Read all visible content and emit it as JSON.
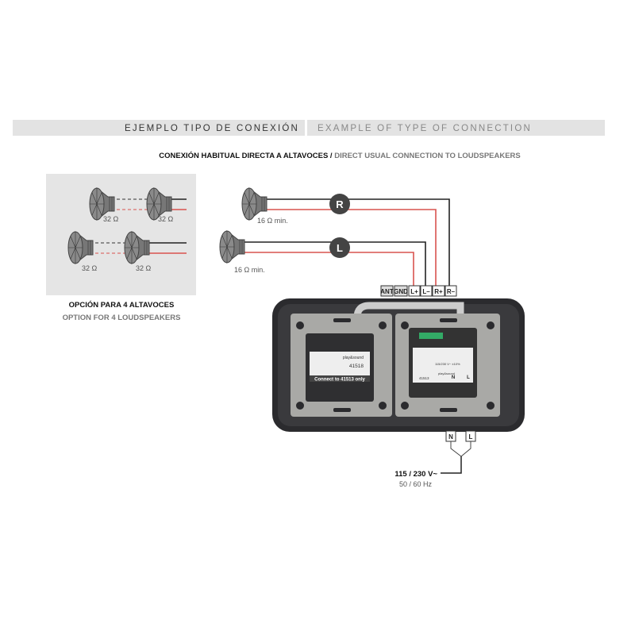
{
  "header": {
    "title_es": "EJEMPLO TIPO DE CONEXIÓN",
    "title_en": "EXAMPLE OF TYPE OF CONNECTION"
  },
  "subtitle": {
    "es": "CONEXIÓN HABITUAL DIRECTA A ALTAVOCES",
    "separator": " / ",
    "en": "DIRECT USUAL CONNECTION TO LOUDSPEAKERS"
  },
  "option_box": {
    "impedance": "32 Ω",
    "caption_es": "OPCIÓN PARA 4 ALTAVOCES",
    "caption_en": "OPTION FOR 4 LOUDSPEAKERS"
  },
  "channels": {
    "right_label": "R",
    "left_label": "L",
    "impedance_min": "16 Ω min."
  },
  "terminals": [
    "ANT",
    "GND",
    "L+",
    "L–",
    "R+",
    "R–"
  ],
  "device": {
    "left_module": {
      "brand": "play&sound",
      "model": "41518",
      "note": "Connect to 41513 only"
    },
    "right_module": {
      "brand": "play&sound",
      "model": "41513",
      "spec": "115/230 V~ ±10%",
      "terminals": [
        "N",
        "L"
      ]
    }
  },
  "power": {
    "terminals": [
      "N",
      "L"
    ],
    "voltage": "115 / 230 V~",
    "frequency": "50 / 60 Hz"
  },
  "colors": {
    "wire_red": "#d9534f",
    "wire_black": "#222222",
    "band": "#e3e3e3",
    "device": "#2b2b2e",
    "plate": "#a9a9a6"
  }
}
